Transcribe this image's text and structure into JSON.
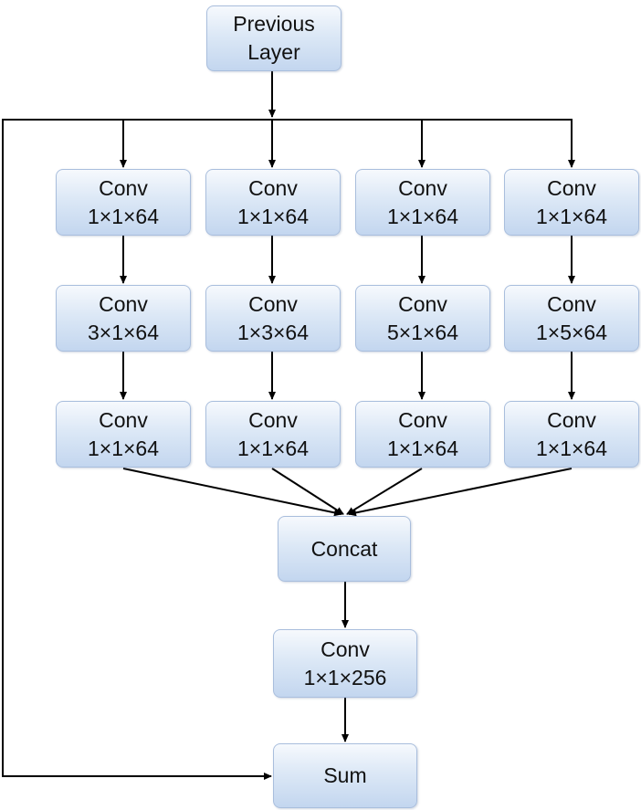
{
  "diagram": {
    "previous_layer": {
      "line1": "Previous",
      "line2": "Layer"
    },
    "branches": [
      {
        "reduce": {
          "line1": "Conv",
          "line2": "1×1×64"
        },
        "spatial": {
          "line1": "Conv",
          "line2": "3×1×64"
        },
        "expand": {
          "line1": "Conv",
          "line2": "1×1×64"
        }
      },
      {
        "reduce": {
          "line1": "Conv",
          "line2": "1×1×64"
        },
        "spatial": {
          "line1": "Conv",
          "line2": "1×3×64"
        },
        "expand": {
          "line1": "Conv",
          "line2": "1×1×64"
        }
      },
      {
        "reduce": {
          "line1": "Conv",
          "line2": "1×1×64"
        },
        "spatial": {
          "line1": "Conv",
          "line2": "5×1×64"
        },
        "expand": {
          "line1": "Conv",
          "line2": "1×1×64"
        }
      },
      {
        "reduce": {
          "line1": "Conv",
          "line2": "1×1×64"
        },
        "spatial": {
          "line1": "Conv",
          "line2": "1×5×64"
        },
        "expand": {
          "line1": "Conv",
          "line2": "1×1×64"
        }
      }
    ],
    "concat": {
      "label": "Concat"
    },
    "final_conv": {
      "line1": "Conv",
      "line2": "1×1×256"
    },
    "sum": {
      "label": "Sum"
    }
  }
}
